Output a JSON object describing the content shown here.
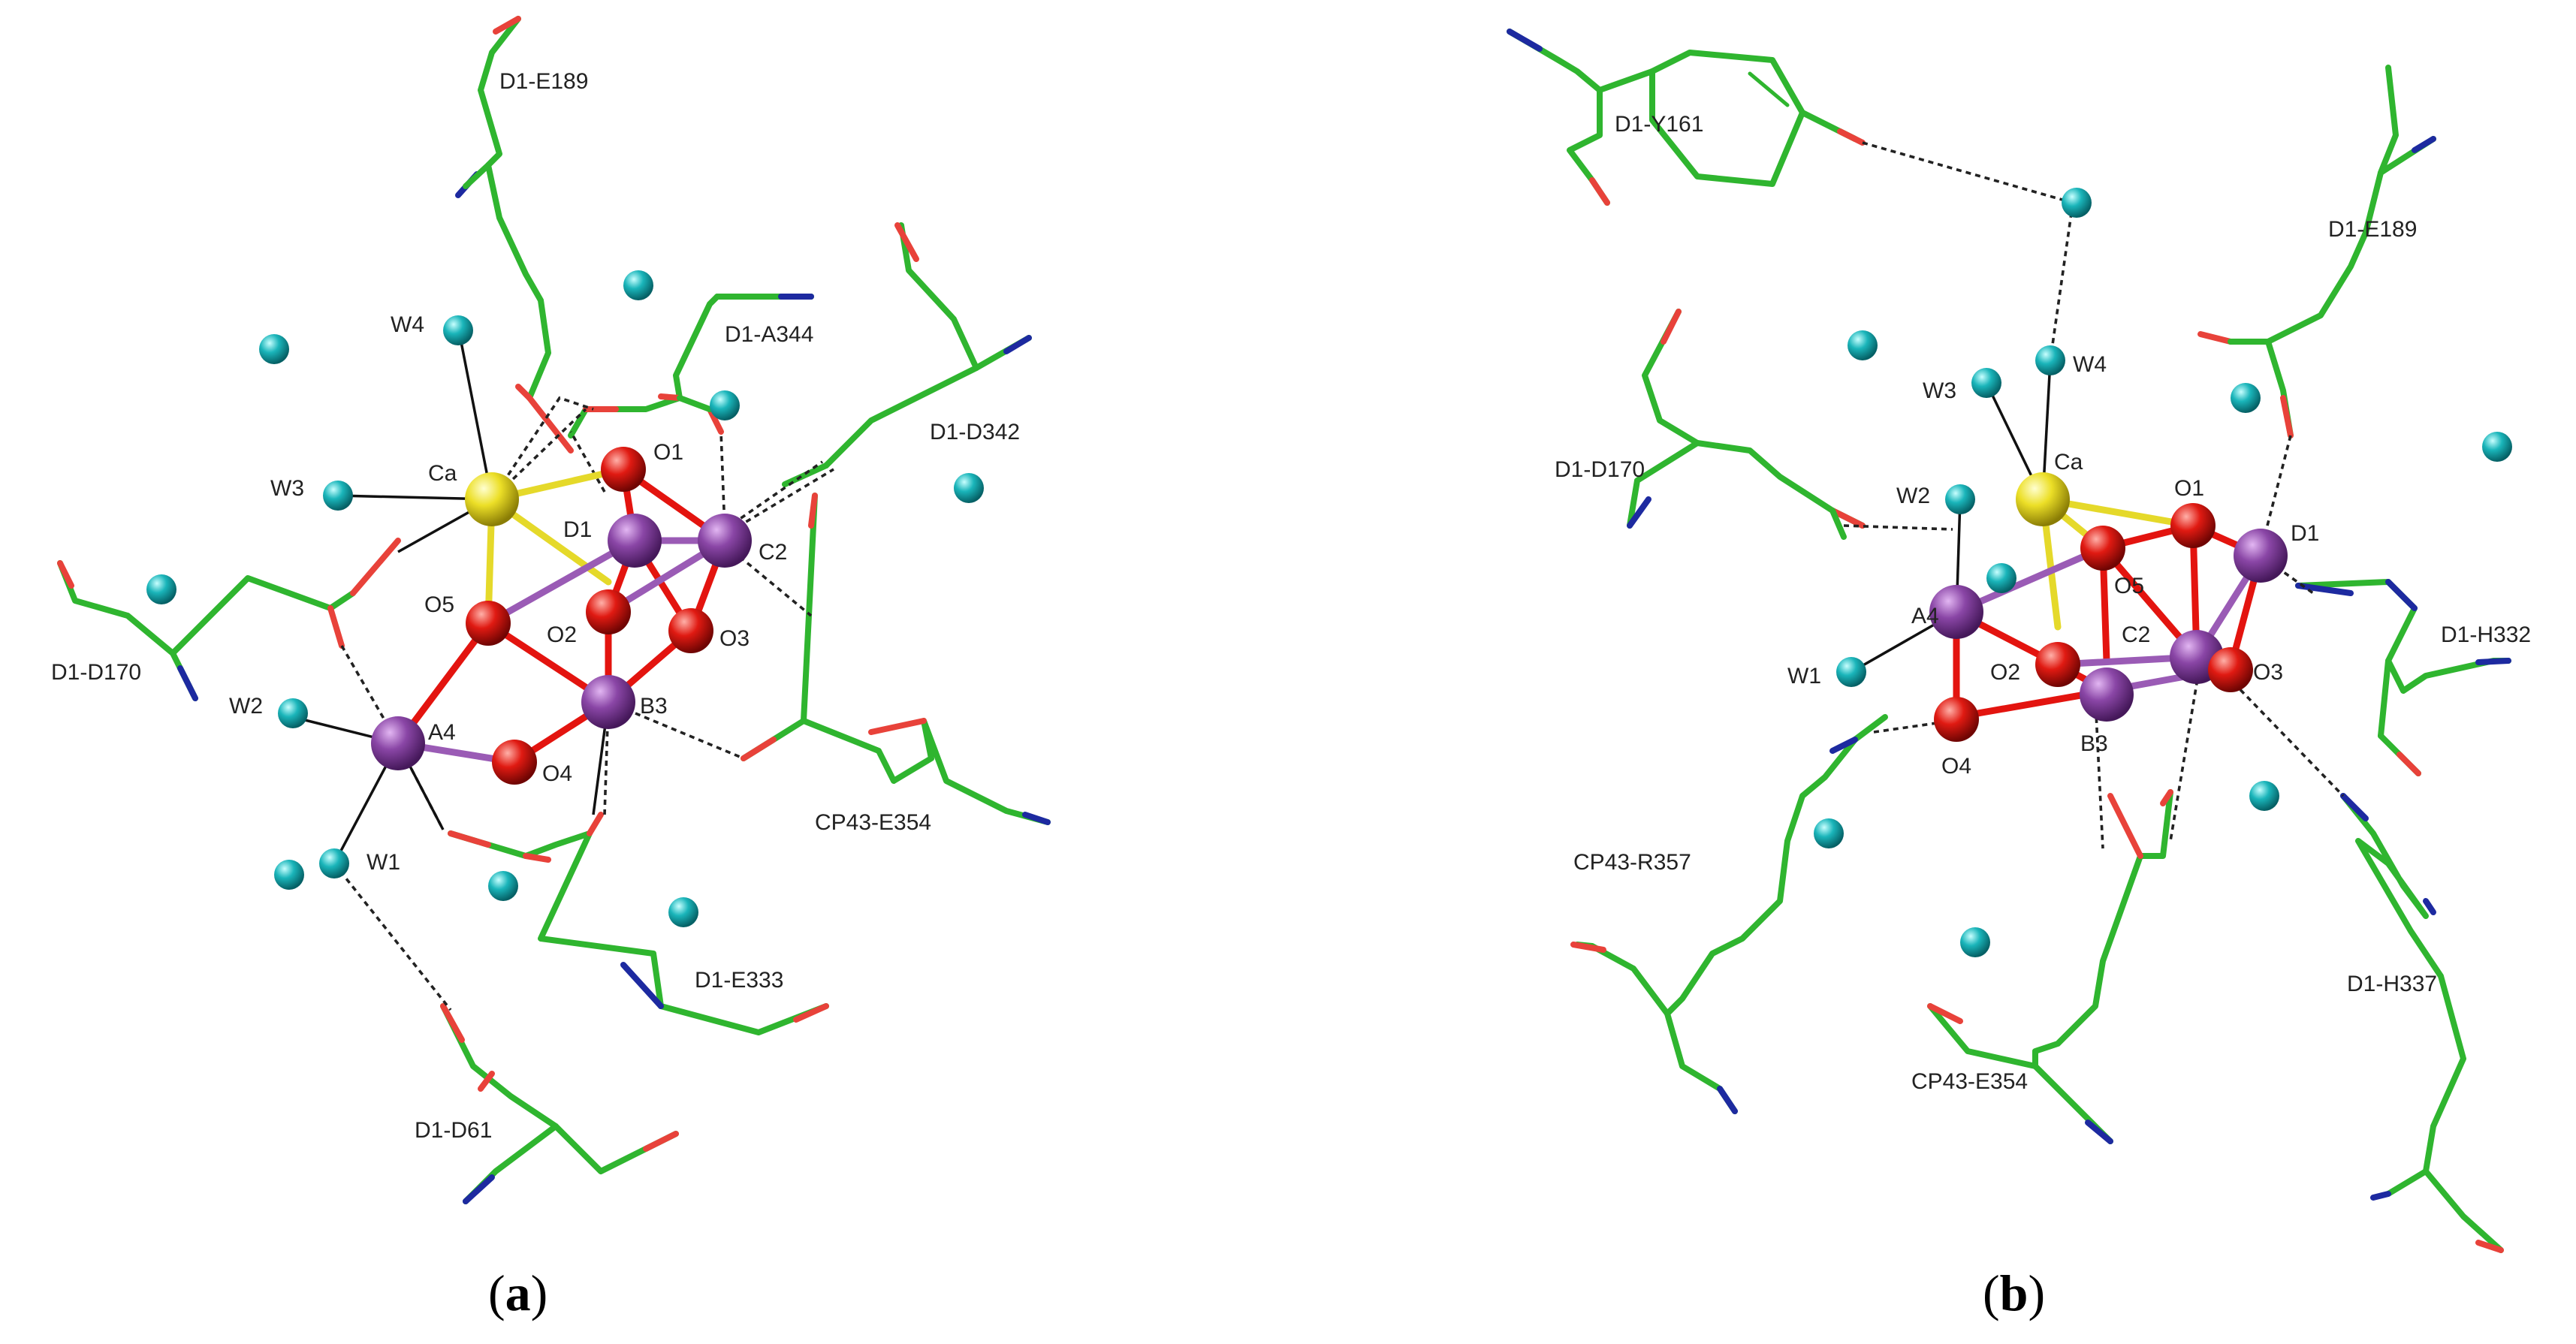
{
  "colors": {
    "carbon": "#2fb52f",
    "oxygen_tip": "#e8423a",
    "nitrogen_tip": "#1d2aa0",
    "mn": "#7d3f9a",
    "ca": "#e5d92a",
    "oxo": "#e3140f",
    "water": "#17b3b8",
    "mn_bond": "#9a5bb5",
    "ca_bond": "#e5d92a",
    "o_bond": "#e3140f"
  },
  "panel_a": {
    "caption_open": "(",
    "caption_letter": "a",
    "caption_close": ")",
    "labels": {
      "e189": "D1-E189",
      "a344": "D1-A344",
      "d342": "D1-D342",
      "d170": "D1-D170",
      "e354": "CP43-E354",
      "e333": "D1-E333",
      "d61": "D1-D61",
      "w4": "W4",
      "w3": "W3",
      "w2": "W2",
      "w1": "W1",
      "ca": "Ca",
      "o1": "O1",
      "d1": "D1",
      "c2": "C2",
      "o5": "O5",
      "o2": "O2",
      "o3": "O3",
      "b3": "B3",
      "a4": "A4",
      "o4": "O4"
    }
  },
  "panel_b": {
    "caption_open": "(",
    "caption_letter": "b",
    "caption_close": ")",
    "labels": {
      "y161": "D1-Y161",
      "e189": "D1-E189",
      "d170": "D1-D170",
      "h332": "D1-H332",
      "r357": "CP43-R357",
      "e354": "CP43-E354",
      "h337": "D1-H337",
      "w4": "W4",
      "w3": "W3",
      "w2": "W2",
      "w1": "W1",
      "ca": "Ca",
      "o1": "O1",
      "d1": "D1",
      "o5": "O5",
      "c2": "C2",
      "a4": "A4",
      "o2": "O2",
      "o3": "O3",
      "o4": "O4",
      "b3": "B3"
    }
  }
}
